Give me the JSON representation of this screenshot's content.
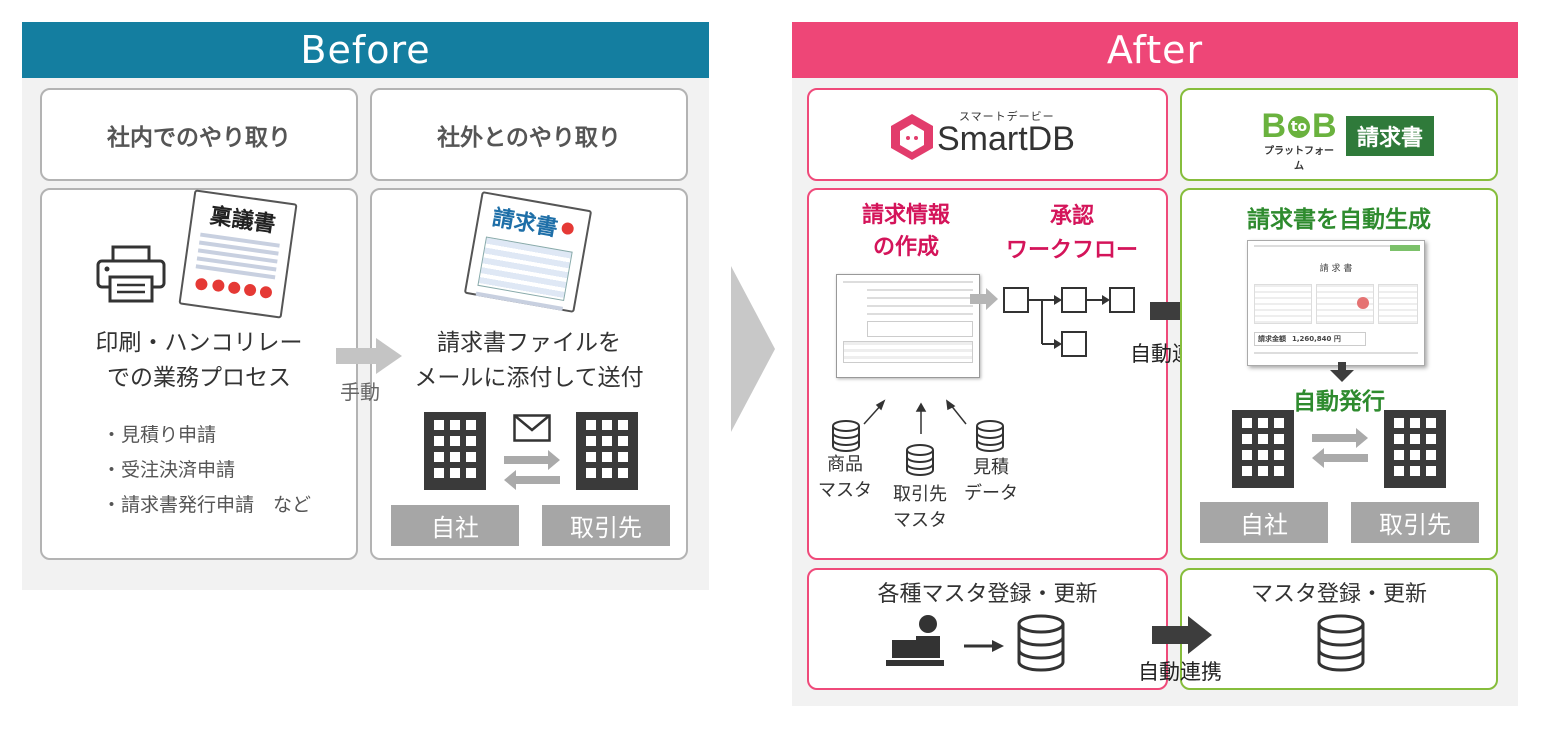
{
  "before": {
    "title": "Before",
    "internal_title": "社内でのやり取り",
    "external_title": "社外とのやり取り",
    "stamp_doc_label": "稟議書",
    "internal_desc_line1": "印刷・ハンコリレー",
    "internal_desc_line2": "での業務プロセス",
    "list": [
      "・見積り申請",
      "・受注決済申請",
      "・請求書発行申請　など"
    ],
    "manual_label": "手動",
    "invoice_doc_label": "請求書",
    "external_desc_line1": "請求書ファイルを",
    "external_desc_line2": "メールに添付して送付",
    "own_company": "自社",
    "partner": "取引先"
  },
  "after": {
    "title": "After",
    "smartdb_kana": "スマートデービー",
    "smartdb_name": "SmartDB",
    "btob_b1": "B",
    "btob_to": "to",
    "btob_b2": "B",
    "btob_platform": "プラットフォーム",
    "btob_invoice": "請求書",
    "create_info_line1": "請求情報",
    "create_info_line2": "の作成",
    "approval_line1": "承認",
    "approval_line2": "ワークフロー",
    "auto_link_1": "自動連携",
    "db_product_line1": "商品",
    "db_product_line2": "マスタ",
    "db_partner_line1": "取引先",
    "db_partner_line2": "マスタ",
    "db_estimate_line1": "見積",
    "db_estimate_line2": "データ",
    "auto_generate": "請求書を自動生成",
    "auto_issue": "自動発行",
    "own_company": "自社",
    "partner": "取引先",
    "master_reg_left": "各種マスタ登録・更新",
    "auto_link_2": "自動連携",
    "master_reg_right": "マスタ登録・更新",
    "invoice_preview_title": "請 求 書",
    "invoice_amount_label": "請求金額",
    "invoice_amount_value": "1,260,840 円"
  },
  "colors": {
    "before_header": "#147ea0",
    "after_header": "#ee4677",
    "pink": "#ef4a7a",
    "green": "#86bd3c",
    "dark_green": "#2e7d32"
  }
}
